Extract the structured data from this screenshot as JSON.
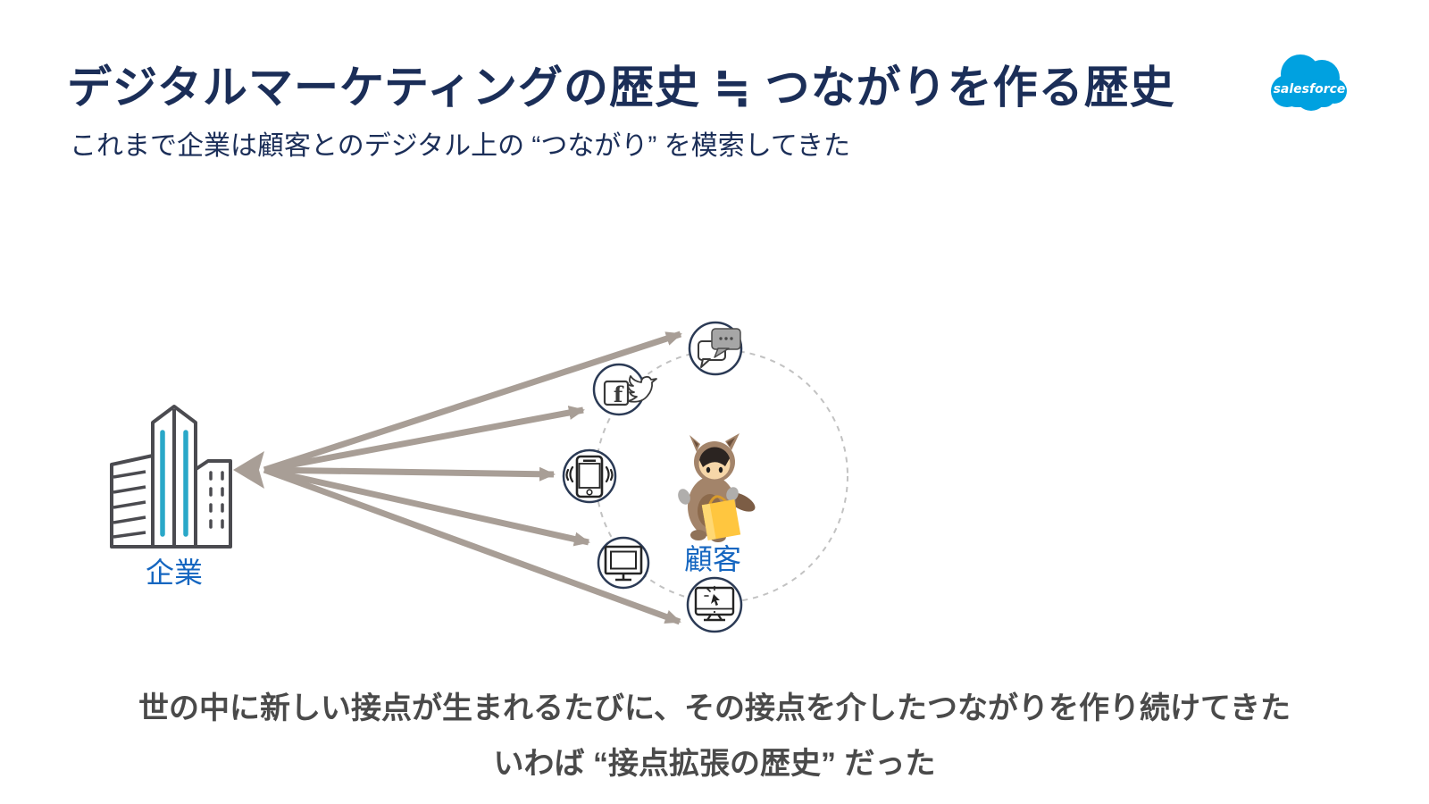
{
  "slide": {
    "title": "デジタルマーケティングの歴史 ≒ つながりを作る歴史",
    "subtitle": "これまで企業は顧客とのデジタル上の “つながり” を模索してきた",
    "footer_line1": "世の中に新しい接点が生まれるたびに、その接点を介したつながりを作り続けてきた",
    "footer_line2": "いわば “接点拡張の歴史” だった"
  },
  "logo": {
    "text": "salesforce",
    "color": "#00A1E0"
  },
  "diagram": {
    "company_label": "企業",
    "customer_label": "顧客",
    "touchpoints": [
      "chat",
      "facebook-twitter",
      "smartphone",
      "monitor",
      "desktop-web"
    ],
    "arrow_color": "#A89E96",
    "label_color": "#1566C0",
    "facebook_letter": "f"
  }
}
